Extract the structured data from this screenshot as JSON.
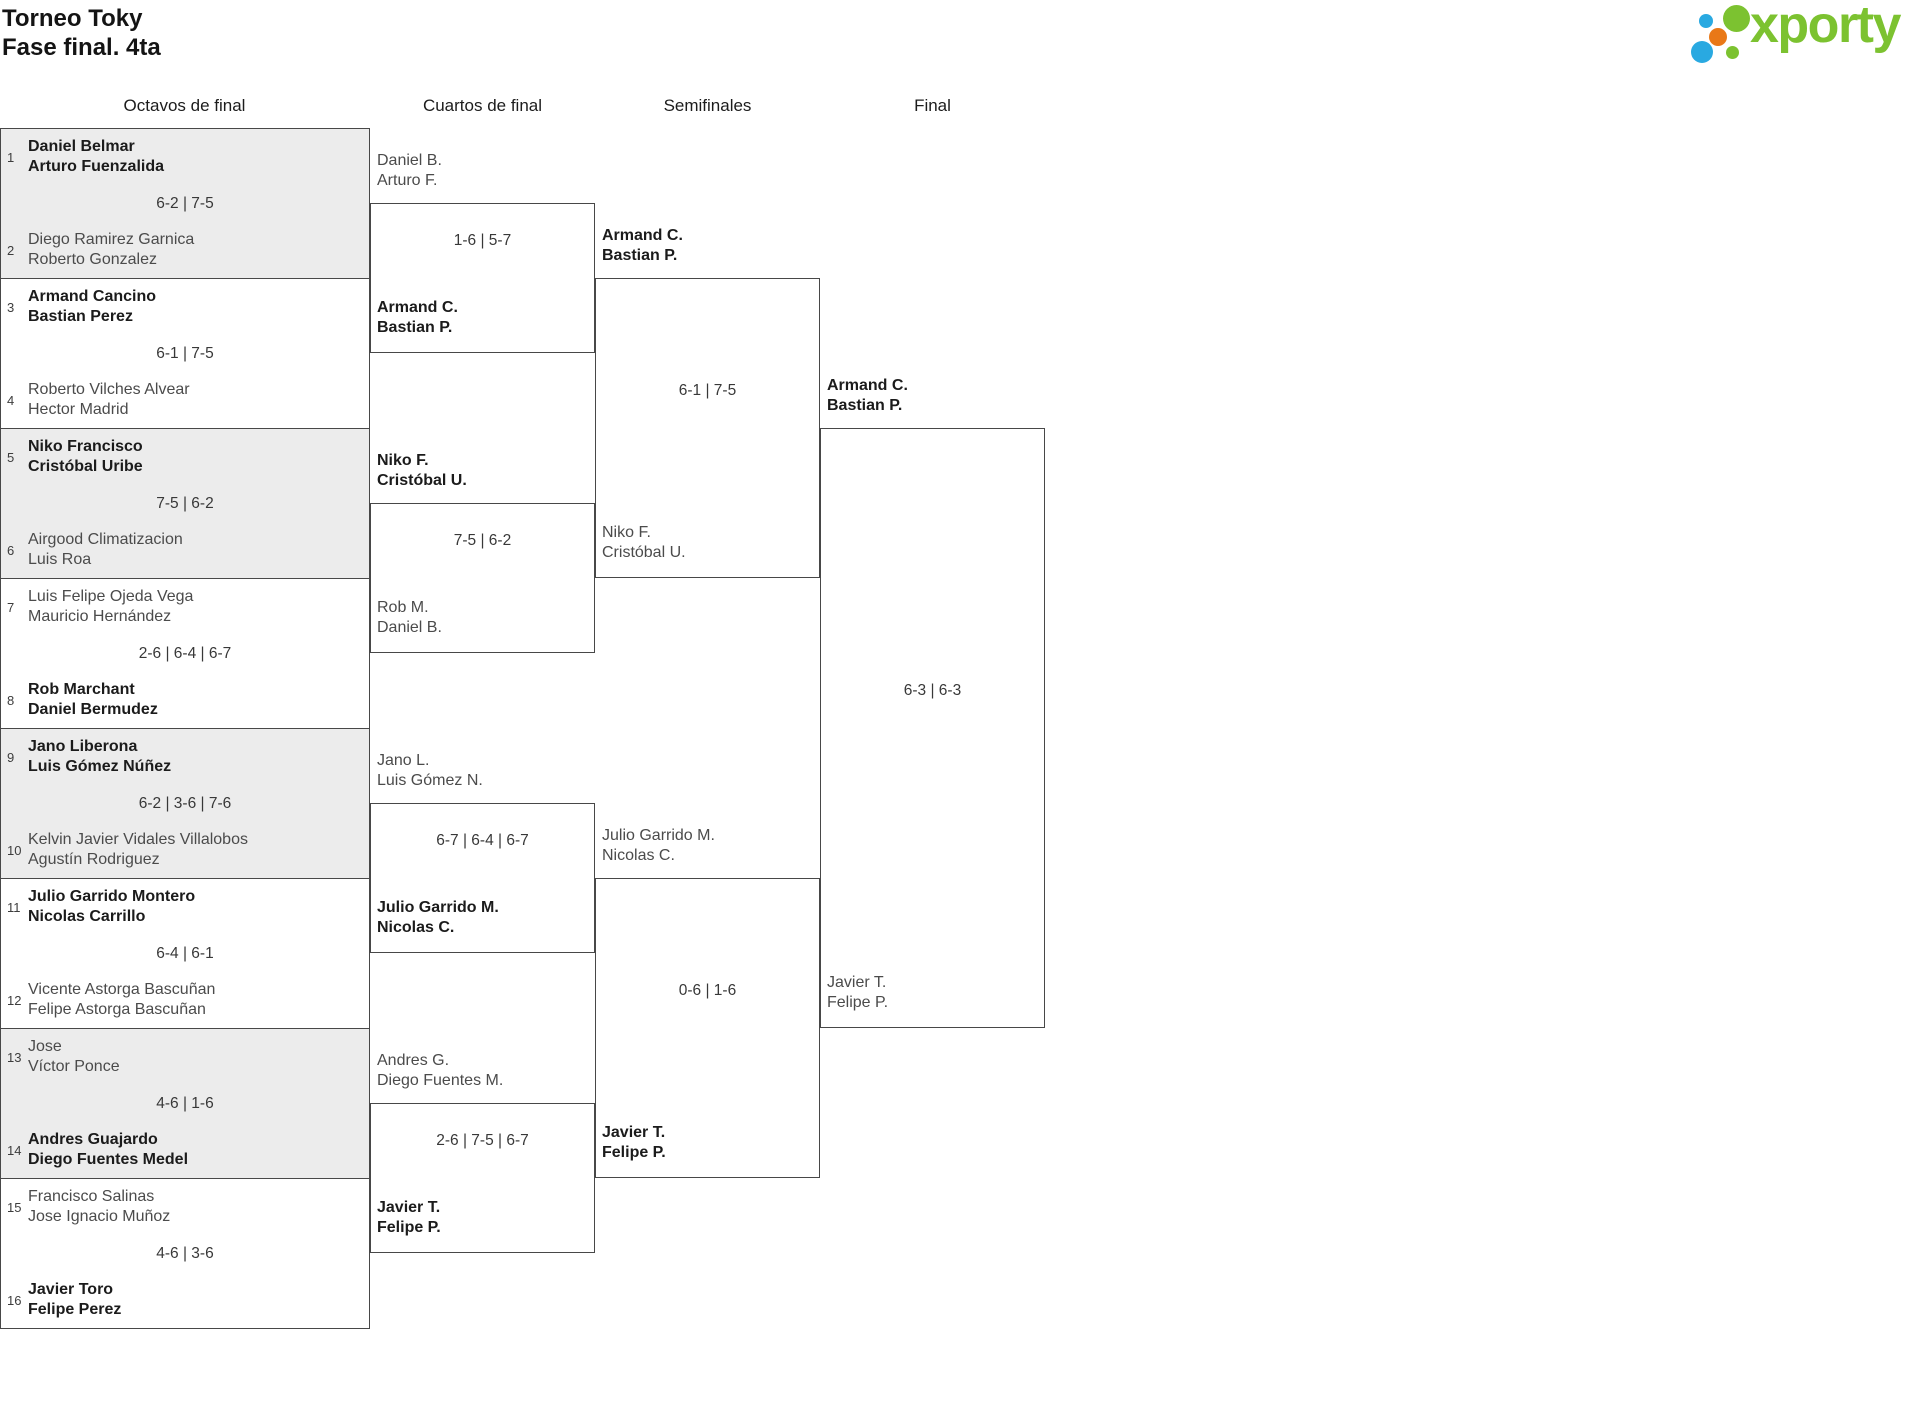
{
  "title": {
    "line1": "Torneo Toky",
    "line2": "Fase final. 4ta"
  },
  "logo": {
    "brand": "xporty",
    "colors": {
      "green": "#7CC230",
      "blue": "#29A9E1",
      "orange": "#E97817"
    }
  },
  "columns": [
    {
      "label": "Octavos de final"
    },
    {
      "label": "Cuartos de final"
    },
    {
      "label": "Semifinales"
    },
    {
      "label": "Final"
    }
  ],
  "r16": [
    {
      "seed1": "1",
      "team1": [
        "Daniel Belmar",
        "Arturo Fuenzalida"
      ],
      "winner": 1,
      "score": "6-2 | 7-5",
      "seed2": "2",
      "team2": [
        "Diego Ramirez Garnica",
        "Roberto Gonzalez"
      ]
    },
    {
      "seed1": "3",
      "team1": [
        "Armand Cancino",
        "Bastian Perez"
      ],
      "winner": 1,
      "score": "6-1 | 7-5",
      "seed2": "4",
      "team2": [
        "Roberto Vilches Alvear",
        "Hector Madrid"
      ]
    },
    {
      "seed1": "5",
      "team1": [
        "Niko Francisco",
        "Cristóbal Uribe"
      ],
      "winner": 1,
      "score": "7-5 | 6-2",
      "seed2": "6",
      "team2": [
        "Airgood Climatizacion",
        "Luis Roa"
      ]
    },
    {
      "seed1": "7",
      "team1": [
        "Luis Felipe Ojeda Vega",
        "Mauricio Hernández"
      ],
      "winner": 2,
      "score": "2-6 | 6-4 | 6-7",
      "seed2": "8",
      "team2": [
        "Rob Marchant",
        "Daniel Bermudez"
      ]
    },
    {
      "seed1": "9",
      "team1": [
        "Jano Liberona",
        "Luis Gómez Núñez"
      ],
      "winner": 1,
      "score": "6-2 | 3-6 | 7-6",
      "seed2": "10",
      "team2": [
        "Kelvin Javier Vidales Villalobos",
        "Agustín Rodriguez"
      ]
    },
    {
      "seed1": "11",
      "team1": [
        "Julio Garrido Montero",
        "Nicolas Carrillo"
      ],
      "winner": 1,
      "score": "6-4 | 6-1",
      "seed2": "12",
      "team2": [
        "Vicente Astorga Bascuñan",
        "Felipe Astorga Bascuñan"
      ]
    },
    {
      "seed1": "13",
      "team1": [
        "Jose",
        "Víctor Ponce"
      ],
      "winner": 2,
      "score": "4-6 | 1-6",
      "seed2": "14",
      "team2": [
        "Andres Guajardo",
        "Diego Fuentes Medel"
      ]
    },
    {
      "seed1": "15",
      "team1": [
        "Francisco Salinas",
        "Jose Ignacio Muñoz"
      ],
      "winner": 2,
      "score": "4-6 | 3-6",
      "seed2": "16",
      "team2": [
        "Javier Toro",
        "Felipe Perez"
      ]
    }
  ],
  "qf": [
    {
      "team1": [
        "Daniel B.",
        "Arturo F."
      ],
      "team2": [
        "Armand C.",
        "Bastian P."
      ],
      "winner": 2,
      "score": "1-6 | 5-7"
    },
    {
      "team1": [
        "Niko F.",
        "Cristóbal U."
      ],
      "team2": [
        "Rob M.",
        "Daniel B."
      ],
      "winner": 1,
      "score": "7-5 | 6-2"
    },
    {
      "team1": [
        "Jano L.",
        "Luis Gómez N."
      ],
      "team2": [
        "Julio Garrido M.",
        "Nicolas C."
      ],
      "winner": 2,
      "score": "6-7 | 6-4 | 6-7"
    },
    {
      "team1": [
        "Andres G.",
        "Diego Fuentes M."
      ],
      "team2": [
        "Javier T.",
        "Felipe P."
      ],
      "winner": 2,
      "score": "2-6 | 7-5 | 6-7"
    }
  ],
  "sf": [
    {
      "team1": [
        "Armand C.",
        "Bastian P."
      ],
      "team2": [
        "Niko F.",
        "Cristóbal U."
      ],
      "winner": 1,
      "score": "6-1 | 7-5"
    },
    {
      "team1": [
        "Julio Garrido M.",
        "Nicolas C."
      ],
      "team2": [
        "Javier T.",
        "Felipe P."
      ],
      "winner": 2,
      "score": "0-6 | 1-6"
    }
  ],
  "final": {
    "team1": [
      "Armand C.",
      "Bastian P."
    ],
    "team2": [
      "Javier T.",
      "Felipe P."
    ],
    "winner": 1,
    "score": "6-3 | 6-3"
  }
}
